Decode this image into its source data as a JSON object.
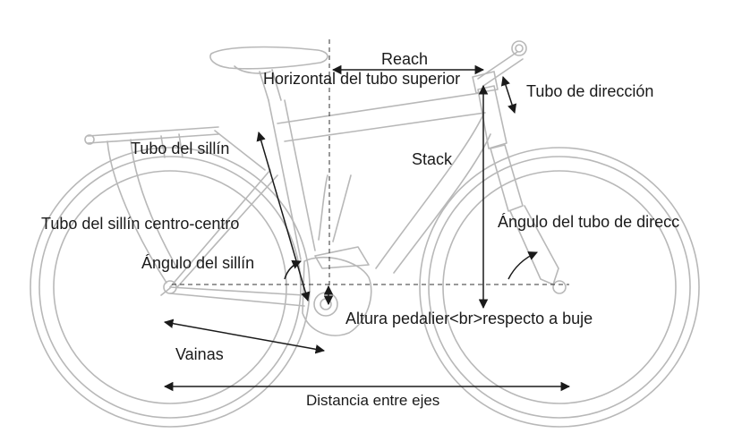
{
  "labels": {
    "reach": "Reach",
    "top_tube": "Horizontal del tubo superior",
    "head_tube": "Tubo de dirección",
    "seat_tube": "Tubo del sillín",
    "stack": "Stack",
    "seat_tube_cc": "Tubo del sillín centro-centro",
    "head_angle": "Ángulo del tubo de direcc",
    "seat_angle": "Ángulo del sillín",
    "bb_drop": "Altura pedalier<br>respecto a buje",
    "chainstays": "Vainas",
    "wheelbase": "Distancia entre ejes"
  },
  "colors": {
    "frame_line": "#b5b5b5",
    "measure_line": "#1a1a1a",
    "background": "#ffffff"
  }
}
